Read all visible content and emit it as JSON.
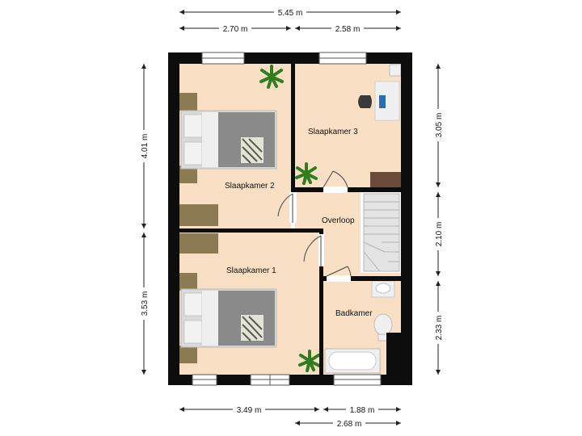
{
  "colors": {
    "wall": "#0d0d0d",
    "floor": "#f9dfc4",
    "stairs_floor": "#ffffff",
    "stairs": "#dcdcdc",
    "bed_frame": "#d9d9d9",
    "blanket": "#8a8a8a",
    "pillow": "#f2f2f2",
    "nightstand": "#8b7a52",
    "desk": "#6b4a3a",
    "plant": "#2f7d1f",
    "fixture": "#f0f0f0",
    "dim_line": "#222222"
  },
  "dimensions": {
    "top_total": "5.45 m",
    "top_left": "2.70 m",
    "top_right": "2.58 m",
    "left_upper": "4.01 m",
    "left_lower": "3.53 m",
    "right_upper": "3.05 m",
    "right_middle": "2.10 m",
    "right_lower": "2.33 m",
    "bottom_left": "3.49 m",
    "bottom_right": "1.88 m",
    "bottom_lower": "2.68 m"
  },
  "rooms": {
    "slaapkamer_2": "Slaapkamer 2",
    "slaapkamer_3": "Slaapkamer 3",
    "overloop": "Overloop",
    "slaapkamer_1": "Slaapkamer 1",
    "badkamer": "Badkamer"
  }
}
